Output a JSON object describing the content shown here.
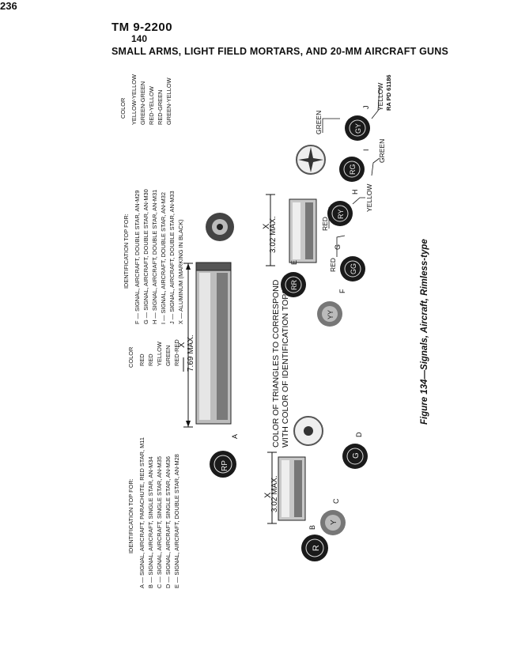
{
  "header": {
    "tm_number": "TM 9-2200",
    "paragraph": "140",
    "title": "SMALL ARMS, LIGHT FIELD MORTARS, AND 20-MM AIRCRAFT GUNS"
  },
  "tables": {
    "left": {
      "id_header": "IDENTIFICATION TOP FOR:",
      "color_header": "COLOR",
      "rows": [
        {
          "id": "A — SIGNAL, AIRCRAFT, PARACHUTE, RED STAR, M11",
          "color": "RED"
        },
        {
          "id": "B — SIGNAL, AIRCRAFT, SINGLE STAR, AN-M34",
          "color": "RED"
        },
        {
          "id": "C — SIGNAL, AIRCRAFT, SINGLE STAR, AN-M35",
          "color": "YELLOW"
        },
        {
          "id": "D — SIGNAL, AIRCRAFT, SINGLE STAR, AN-M36",
          "color": "GREEN"
        },
        {
          "id": "E — SIGNAL, AIRCRAFT, DOUBLE STAR, AN-M28",
          "color": "RED-RED"
        }
      ]
    },
    "right": {
      "id_header": "IDENTIFICATION TOP FOR:",
      "color_header": "COLOR",
      "rows": [
        {
          "id": "F — SIGNAL, AIRCRAFT, DOUBLE STAR, AN-M29",
          "color": "YELLOW-YELLOW"
        },
        {
          "id": "G — SIGNAL, AIRCRAFT, DOUBLE STAR, AN-M30",
          "color": "GREEN-GREEN"
        },
        {
          "id": "H — SIGNAL, AIRCRAFT, DOUBLE STAR, AN-M31",
          "color": "RED-YELLOW"
        },
        {
          "id": "I — SIGNAL, AIRCRAFT, DOUBLE STAR, AN-M32",
          "color": "RED-GREEN"
        },
        {
          "id": "J — SIGNAL, AIRCRAFT, DOUBLE STAR, AN-M33",
          "color": "GREEN-YELLOW"
        },
        {
          "id": "X — ALUMINUM (MARKING IN BLACK)",
          "color": ""
        }
      ]
    }
  },
  "figure": {
    "note_line1": "COLOR OF TRIANGLES TO CORRESPOND",
    "note_line2": "WITH COLOR OF IDENTIFICATION TOPS",
    "dim_long": "7.69 MAX.",
    "dim_short_1": "3.02 MAX.",
    "dim_short_2": "3.02 MAX.",
    "x_label": "X",
    "caption": "Figure 134—Signals, Aircraft, Rimless-type",
    "ra_pd": "RA PD 61186",
    "tops": [
      {
        "letter": "A",
        "marking": "RP"
      },
      {
        "letter": "B",
        "marking": "R"
      },
      {
        "letter": "C",
        "marking": "Y"
      },
      {
        "letter": "D",
        "marking": "G"
      },
      {
        "letter": "E",
        "marking": "RR"
      },
      {
        "letter": "F",
        "marking": "YY"
      },
      {
        "letter": "G",
        "marking": "GG"
      },
      {
        "letter": "H",
        "marking": "RY"
      },
      {
        "letter": "I",
        "marking": "RG"
      },
      {
        "letter": "J",
        "marking": "GY"
      }
    ],
    "triangle_labels": {
      "g_red": "RED",
      "h_red": "RED",
      "h_yellow": "YELLOW",
      "i_green": "GREEN",
      "j_green": "GREEN",
      "j_yellow": "YELLOW"
    }
  },
  "page_number": "236"
}
